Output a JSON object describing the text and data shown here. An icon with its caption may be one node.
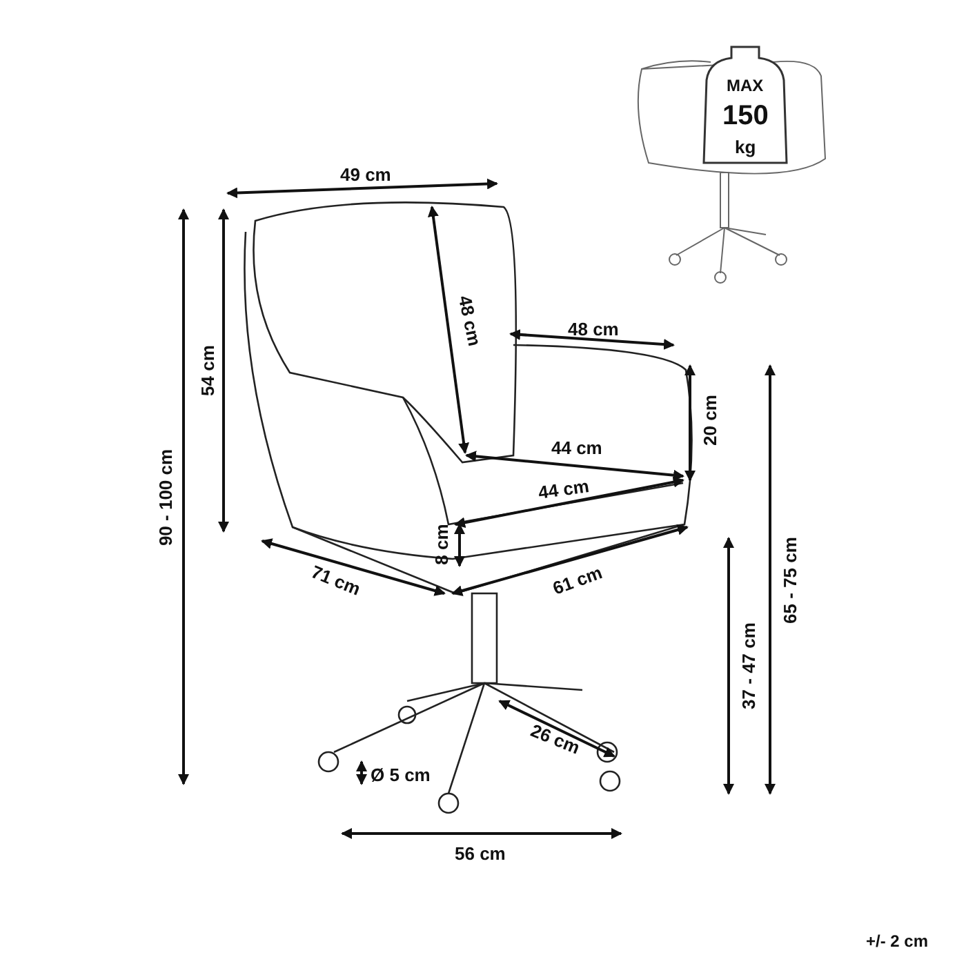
{
  "diagram": {
    "labels": [
      "MAX",
      "150",
      "kg",
      "49 cm",
      "48 cm",
      "48 cm",
      "54 cm",
      "90 - 100 cm",
      "20 cm",
      "44 cm",
      "44 cm",
      "65 - 75 cm",
      "8 cm",
      "71 cm",
      "61 cm",
      "37 - 47 cm",
      "26 cm",
      "Ø 5 cm",
      "56 cm",
      "+/- 2 cm"
    ]
  }
}
